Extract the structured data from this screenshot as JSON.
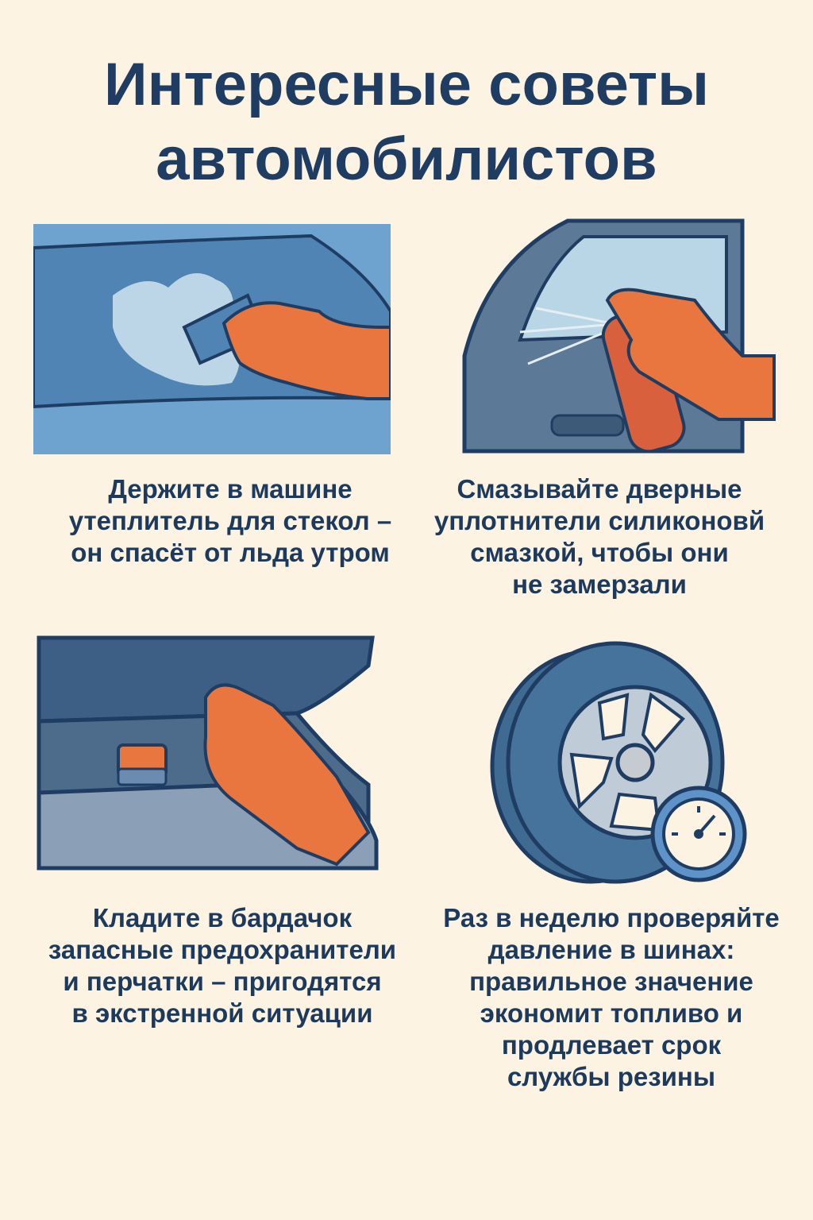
{
  "title": {
    "line1": "Интересные советы",
    "line2": "автомобилистов"
  },
  "tips": [
    {
      "illustration": "hand-scraping-frosted-windshield",
      "lines": [
        "Держите в машине",
        "утеплитель для стекол –",
        "он спасёт от льда утром"
      ]
    },
    {
      "illustration": "hand-spraying-door-seal",
      "lines": [
        "Смазывайте дверные",
        "уплотнители силиконовй",
        "смазкой, чтобы они",
        "не замерзали"
      ]
    },
    {
      "illustration": "hand-in-glovebox",
      "lines": [
        "Кладите в бардачок",
        "запасные предохранители",
        "и перчатки – пригодятся",
        "в экстренной ситуации"
      ]
    },
    {
      "illustration": "tire-with-pressure-gauge",
      "lines": [
        "Раз в неделю проверяйте",
        "давление в шинах:",
        "правильное значение",
        "экономит топливо и",
        "продлевает срок",
        "службы резины"
      ]
    }
  ],
  "colors": {
    "background": "#fcf3e3",
    "text": "#1d3a5c",
    "glove": "#e8763e",
    "outline": "#1f3d63",
    "blue": "#6b9fcb",
    "slate": "#4a6a8a"
  }
}
